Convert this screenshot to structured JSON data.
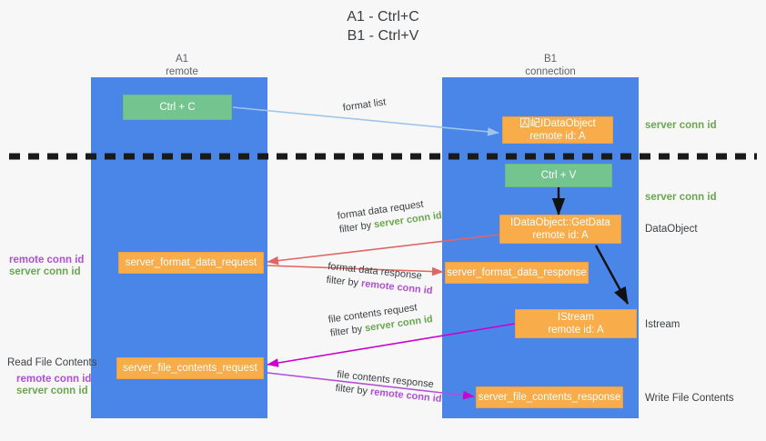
{
  "title": {
    "line1": "A1 - Ctrl+C",
    "line2": "B1 - Ctrl+V"
  },
  "columns": [
    {
      "name": "A1",
      "sub": "remote"
    },
    {
      "name": "B1",
      "sub": "connection"
    }
  ],
  "colors": {
    "lane": "#4a86e8",
    "green_box": "#74c490",
    "orange_box": "#f9ac4a",
    "server_conn": "#6aa84f",
    "remote_conn": "#b14fd8",
    "background": "#f7f7f7",
    "format_list_arrow": "#9fc5e8",
    "format_data_arrow": "#e06666",
    "file_contents_arrow": "#c27ba0",
    "magenta_arrow": "#cc00cc",
    "divider": "#1a1a1a"
  },
  "boxes": {
    "ctrl_c": {
      "line1": "Ctrl + C",
      "line2": ""
    },
    "idataobject": {
      "line1": "囚屺IDataObject",
      "line2": "remote id: A"
    },
    "ctrl_v": {
      "line1": "Ctrl + V",
      "line2": ""
    },
    "getdata": {
      "line1": "IDataObject::GetData",
      "line2": "remote id: A"
    },
    "format_data_request": {
      "line1": "server_format_data_request",
      "line2": ""
    },
    "format_data_response": {
      "line1": "server_format_data_response",
      "line2": ""
    },
    "istream": {
      "line1": "IStream",
      "line2": "remote id: A"
    },
    "file_contents_request": {
      "line1": "server_file_contents_request",
      "line2": ""
    },
    "file_contents_response": {
      "line1": "server_file_contents_response",
      "line2": ""
    }
  },
  "captions": {
    "format_list": "format list",
    "format_data_request": "format data request",
    "format_data_request_filter_prefix": "filter by ",
    "format_data_request_filter_value": "server conn id",
    "format_data_response": "format data response",
    "format_data_response_filter_prefix": "filter by ",
    "format_data_response_filter_value": "remote conn id",
    "file_contents_request": "file contents request",
    "file_contents_request_filter_prefix": "filter by ",
    "file_contents_request_filter_value": "server conn id",
    "file_contents_response": "file contents response",
    "file_contents_response_filter_prefix": "filter by ",
    "file_contents_response_filter_value": "remote conn id"
  },
  "right_labels": {
    "server_conn_top": "server conn id",
    "server_conn_mid": "server conn id",
    "dataobject": "DataObject",
    "istream": "Istream",
    "write_file_contents": "Write File Contents"
  },
  "left_labels": {
    "remote_conn_1": "remote conn id",
    "server_conn_1": "server conn id",
    "read_file_contents": "Read File Contents",
    "remote_conn_2": "remote conn id",
    "server_conn_2": "server conn id"
  }
}
